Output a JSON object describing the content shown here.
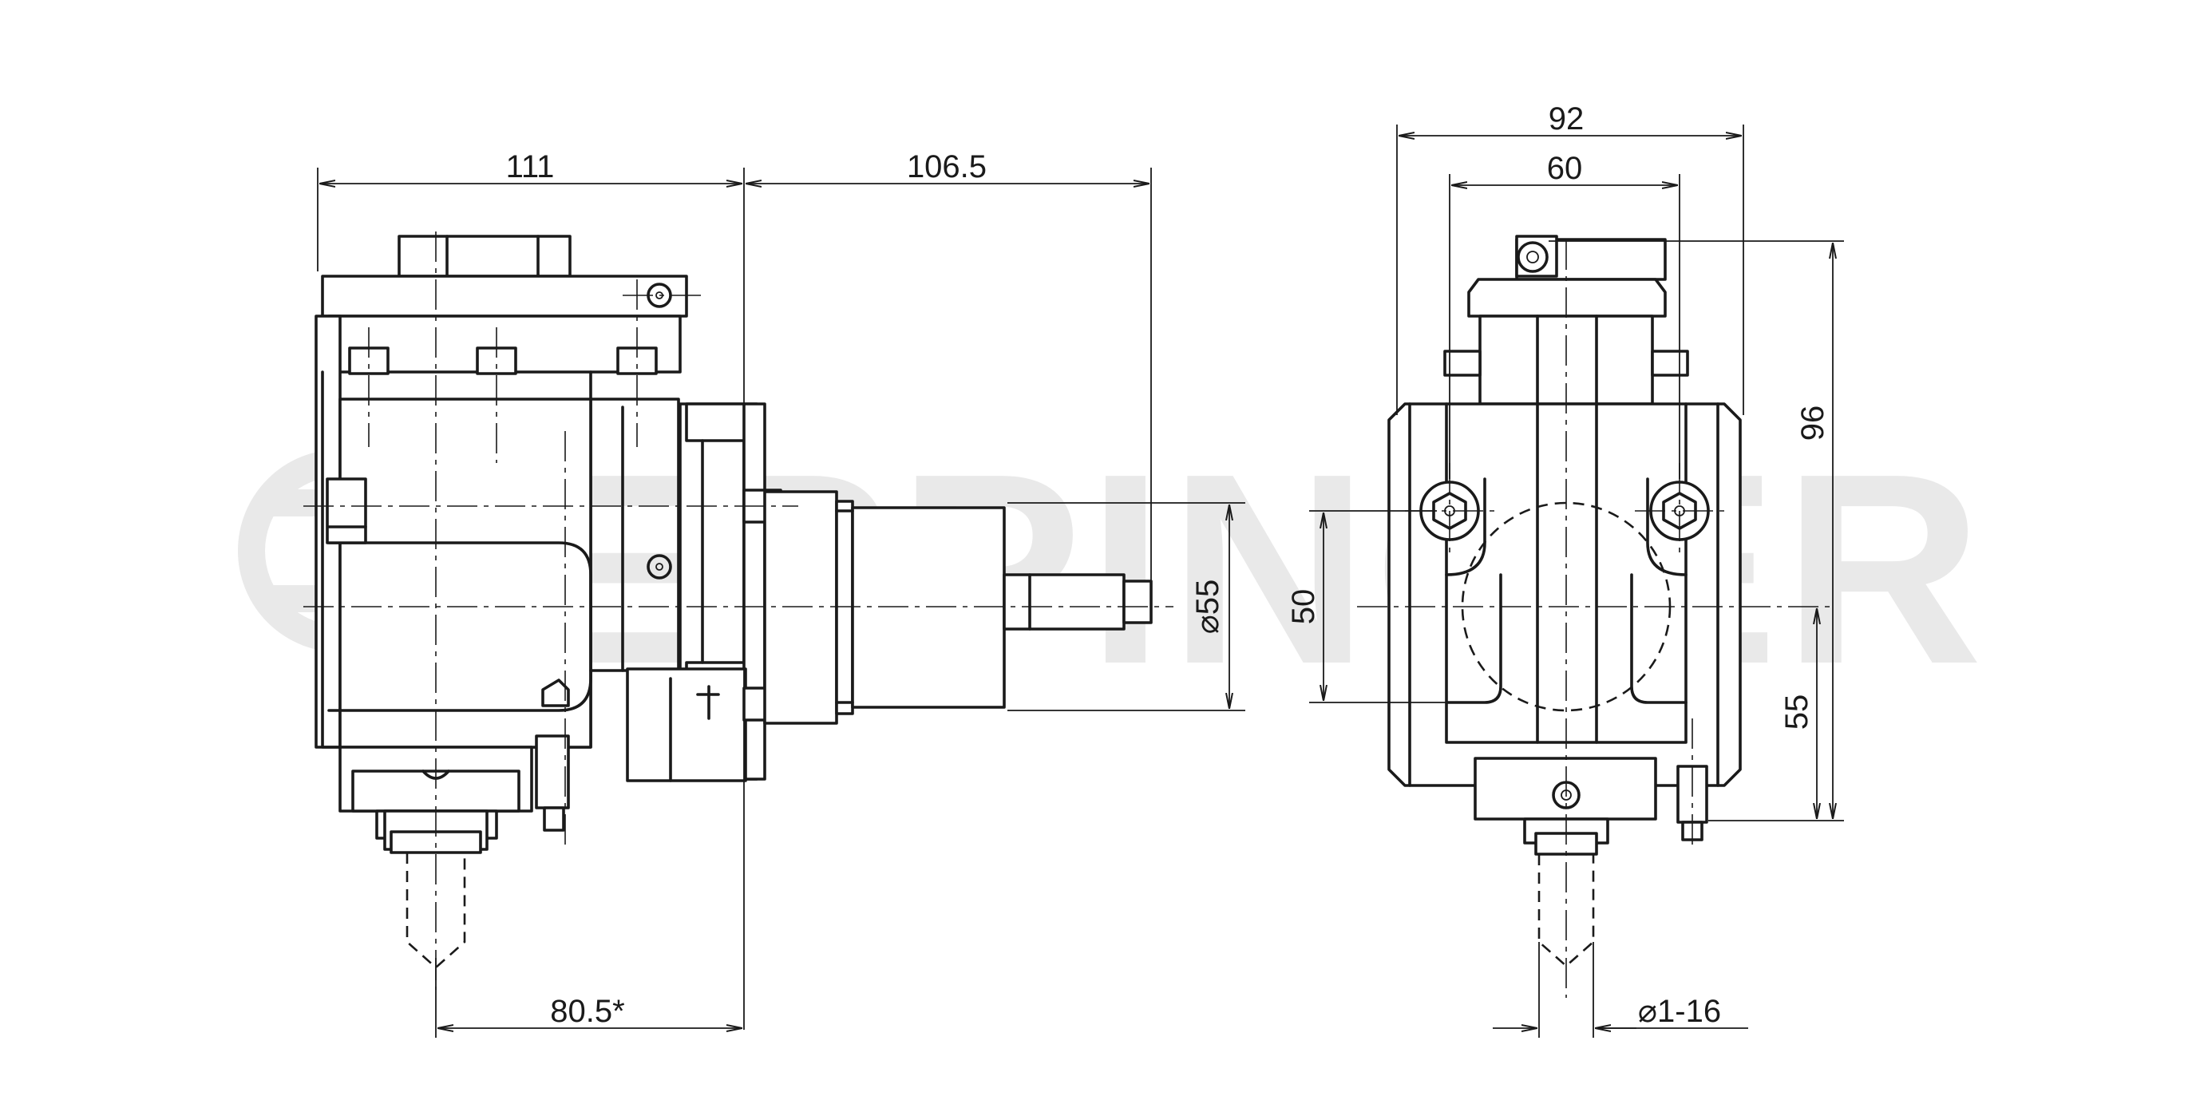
{
  "watermark": {
    "brand": "EPPINGER"
  },
  "dimensions": {
    "side_width": "111",
    "spindle_length": "106.5",
    "shank_diameter": "⌀55",
    "front_offset": "80.5*",
    "front_overall_width": "92",
    "front_inner_width": "60",
    "overall_height": "96",
    "bolt_spacing": "50",
    "center_height": "55",
    "collet_range": "⌀1-16"
  },
  "colors": {
    "line": "#1a1a1a",
    "watermark": "#e9e9e9",
    "background": "#ffffff"
  }
}
